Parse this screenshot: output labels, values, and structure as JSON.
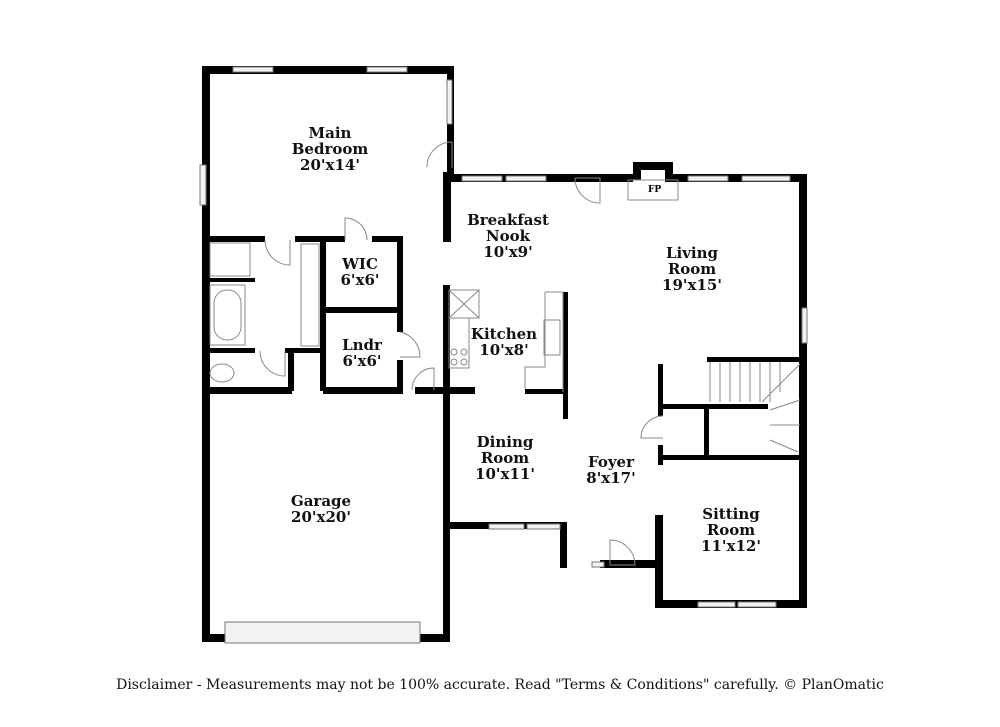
{
  "rooms": [
    {
      "name": "Main Bedroom",
      "line1": "Main",
      "line2": "Bedroom",
      "dims": "20'x14'"
    },
    {
      "name": "WIC",
      "line1": "WIC",
      "dims": "6'x6'"
    },
    {
      "name": "Lndr",
      "line1": "Lndr",
      "dims": "6'x6'"
    },
    {
      "name": "Breakfast Nook",
      "line1": "Breakfast",
      "line2": "Nook",
      "dims": "10'x9'"
    },
    {
      "name": "Living Room",
      "line1": "Living",
      "line2": "Room",
      "dims": "19'x15'"
    },
    {
      "name": "Kitchen",
      "line1": "Kitchen",
      "dims": "10'x8'"
    },
    {
      "name": "Dining Room",
      "line1": "Dining",
      "line2": "Room",
      "dims": "10'x11'"
    },
    {
      "name": "Foyer",
      "line1": "Foyer",
      "dims": "8'x17'"
    },
    {
      "name": "Garage",
      "line1": "Garage",
      "dims": "20'x20'"
    },
    {
      "name": "Sitting Room",
      "line1": "Sitting",
      "line2": "Room",
      "dims": "11'x12'"
    }
  ],
  "fireplace_label": "FP",
  "disclaimer": "Disclaimer - Measurements may not be 100% accurate. Read \"Terms & Conditions\" carefully. © PlanOmatic"
}
